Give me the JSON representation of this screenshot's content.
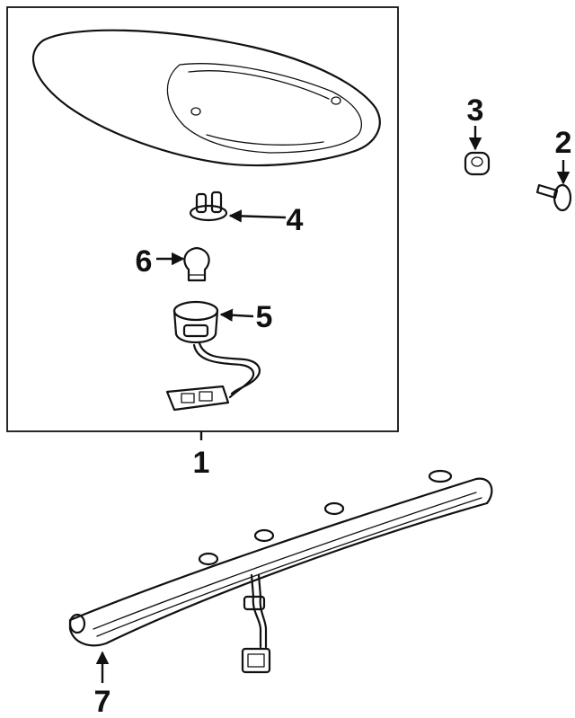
{
  "diagram": {
    "callouts": {
      "c1": "1",
      "c2": "2",
      "c3": "3",
      "c4": "4",
      "c5": "5",
      "c6": "6",
      "c7": "7"
    },
    "colors": {
      "ink": "#111111",
      "background": "#ffffff"
    }
  }
}
